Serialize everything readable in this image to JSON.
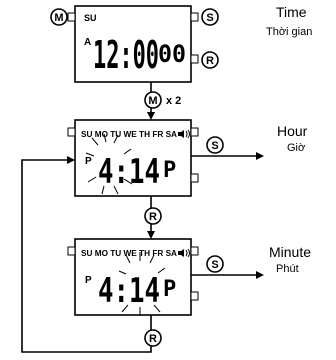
{
  "buttons": {
    "m": "M",
    "s": "S",
    "r": "R"
  },
  "panels": [
    {
      "name": "time",
      "title": "Time",
      "subtitle": "Thời gian",
      "day": "SU",
      "am_pm": "A",
      "digits": "12:00",
      "seconds": "00"
    },
    {
      "name": "hour",
      "title": "Hour",
      "subtitle": "Giờ",
      "days": "SU MO TU WE TH FR SA",
      "am_pm": "P",
      "digits": "4:14",
      "suffix": "P"
    },
    {
      "name": "minute",
      "title": "Minute",
      "subtitle": "Phút",
      "days": "SU MO TU WE TH FR SA",
      "am_pm": "P",
      "digits": "4:14",
      "suffix": "P"
    }
  ],
  "step_label": "x 2",
  "icons": [
    "m-button-icon",
    "s-button-icon",
    "r-button-icon",
    "sound-icon",
    "blink-rays-icon"
  ]
}
